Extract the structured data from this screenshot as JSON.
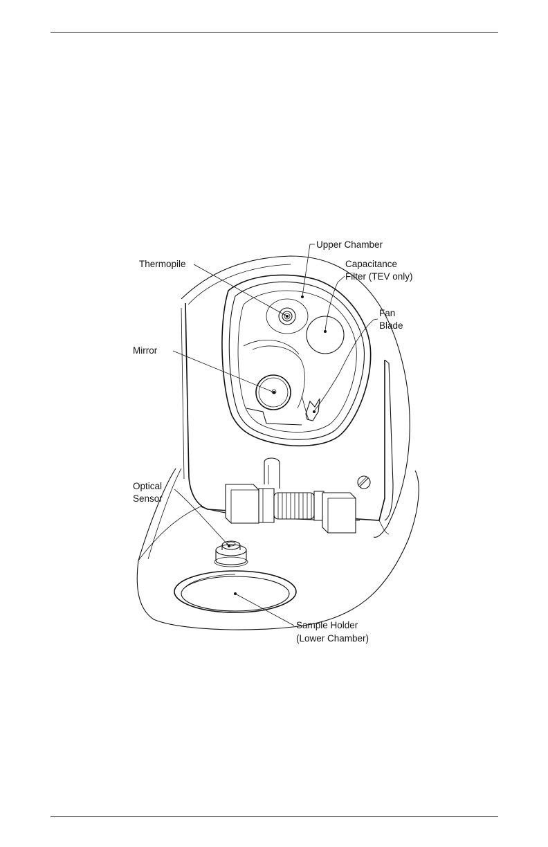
{
  "labels": {
    "upper_chamber": "Upper Chamber",
    "thermopile": "Thermopile",
    "capacitance_filter_line1": "Capacitance",
    "capacitance_filter_line2": "Filter (TEV only)",
    "fan_blade_line1": "Fan",
    "fan_blade_line2": "Blade",
    "mirror": "Mirror",
    "optical_sensor_line1": "Optical",
    "optical_sensor_line2": "Sensor",
    "sample_holder_line1": "Sample Holder",
    "sample_holder_line2": "(Lower Chamber)"
  },
  "icons": [
    "thermopile-icon",
    "mirror-icon",
    "fan-blade-icon",
    "optical-sensor-icon",
    "sample-holder-icon",
    "screw-icon",
    "hinge-spring-icon"
  ]
}
